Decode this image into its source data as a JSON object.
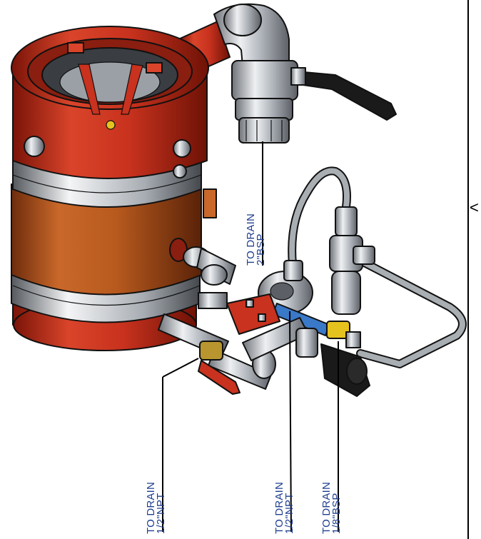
{
  "callouts": [
    {
      "line1": "TO DRAIN",
      "line2": "2\"BSP"
    },
    {
      "line1": "TO DRAIN",
      "line2": "1/2\"NPT"
    },
    {
      "line1": "TO DRAIN",
      "line2": "1/2\"NPT"
    },
    {
      "line1": "TO DRAIN",
      "line2": "1/8\"BSP"
    }
  ],
  "arrow_glyph": "<",
  "colors": {
    "flange_red": "#c8321e",
    "body_orange": "#b85a1e",
    "steel": "#c9cdd2",
    "blue_valve": "#3a78c8",
    "yellow_fitting": "#e6c21e",
    "brass": "#b8952e",
    "black_part": "#1a1a1a",
    "text_blue": "#1f3f8f"
  }
}
